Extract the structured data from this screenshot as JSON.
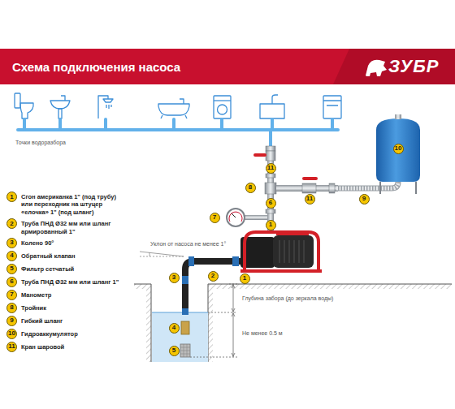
{
  "diagram": {
    "title": "Схема подключения насоса",
    "labels": [
      "ЗУБР",
      "Точки водоразбора",
      "1",
      "2",
      "3",
      "4",
      "5",
      "6",
      "7",
      "8",
      "9",
      "10",
      "11",
      "11",
      "8",
      "11",
      "9",
      "10",
      "6",
      "7",
      "1",
      "Уклон от насоса не менее 1°",
      "2",
      "1",
      "3",
      "Глубина забора (до зеркала воды)",
      "Не менее 0.5 м",
      "4",
      "5"
    ],
    "legend": [
      {
        "text": "Сгон американка 1\" (под трубу) или переходник на штуцер «елочка» 1\" (под шланг)"
      },
      {
        "text": "Труба ПНД Ø32 мм или шланг армированный 1\""
      },
      {
        "text": "Колено 90°"
      },
      {
        "text": "Обратный клапан"
      },
      {
        "text": "Фильтр сетчатый"
      },
      {
        "text": "Труба ПНД Ø32 мм или шланг 1\""
      },
      {
        "text": "Манометр"
      },
      {
        "text": "Тройник"
      },
      {
        "text": "Гибкий шланг"
      },
      {
        "text": "Гидроаккумулятор"
      },
      {
        "text": "Кран шаровой"
      }
    ]
  }
}
